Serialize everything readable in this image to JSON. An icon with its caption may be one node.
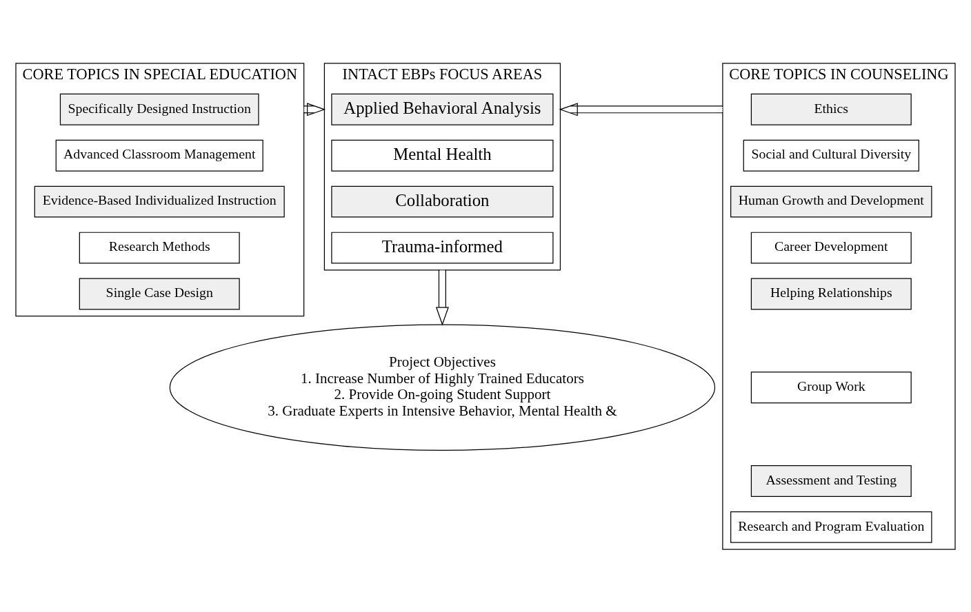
{
  "diagram": {
    "nodes": [
      {
        "text": [
          "CORE TOPICS IN SPECIAL EDUCATION"
        ]
      },
      {
        "text": [
          "Specifically Designed Instruction"
        ],
        "in": 0
      },
      {
        "text": [
          "Advanced Classroom Management"
        ],
        "in": 0
      },
      {
        "text": [
          "Evidence-Based Individualized Instruction"
        ],
        "in": 0
      },
      {
        "text": [
          "Research Methods"
        ],
        "in": 0
      },
      {
        "text": [
          "Single Case Design"
        ],
        "in": 0
      },
      {
        "text": [
          "INTACT EBPs FOCUS AREAS"
        ]
      },
      {
        "text": [
          "Applied Behavioral Analysis"
        ],
        "in": 6
      },
      {
        "text": [
          "Mental Health"
        ],
        "in": 6
      },
      {
        "text": [
          "Collaboration"
        ],
        "in": 6
      },
      {
        "text": [
          "Trauma-informed"
        ],
        "in": 6
      },
      {
        "text": [
          "CORE TOPICS IN COUNSELING"
        ]
      },
      {
        "text": [
          "Ethics"
        ],
        "in": 11
      },
      {
        "text": [
          "Social and Cultural Diversity"
        ],
        "in": 11
      },
      {
        "text": [
          "Human Growth and Development"
        ],
        "in": 11
      },
      {
        "text": [
          "Career Development"
        ],
        "in": 11
      },
      {
        "text": [
          "Helping Relationships"
        ],
        "in": 11
      },
      {
        "text": [
          "Group Work"
        ],
        "in": 11
      },
      {
        "text": [
          "Assessment and Testing"
        ],
        "in": 11
      },
      {
        "text": [
          "Research and Program Evaluation"
        ],
        "in": 11
      },
      {
        "text": [
          "Project Objectives",
          "1. Increase Number of Highly Trained Educators",
          "2. Provide On-going Student Support",
          "3. Graduate Experts in Intensive Behavior, Mental Health &"
        ]
      }
    ],
    "edges": [
      {
        "from": 0,
        "to": 6,
        "arrow": "to"
      },
      {
        "from": 11,
        "to": 6,
        "arrow": "to"
      },
      {
        "from": 6,
        "to": 20,
        "arrow": "to"
      }
    ]
  }
}
